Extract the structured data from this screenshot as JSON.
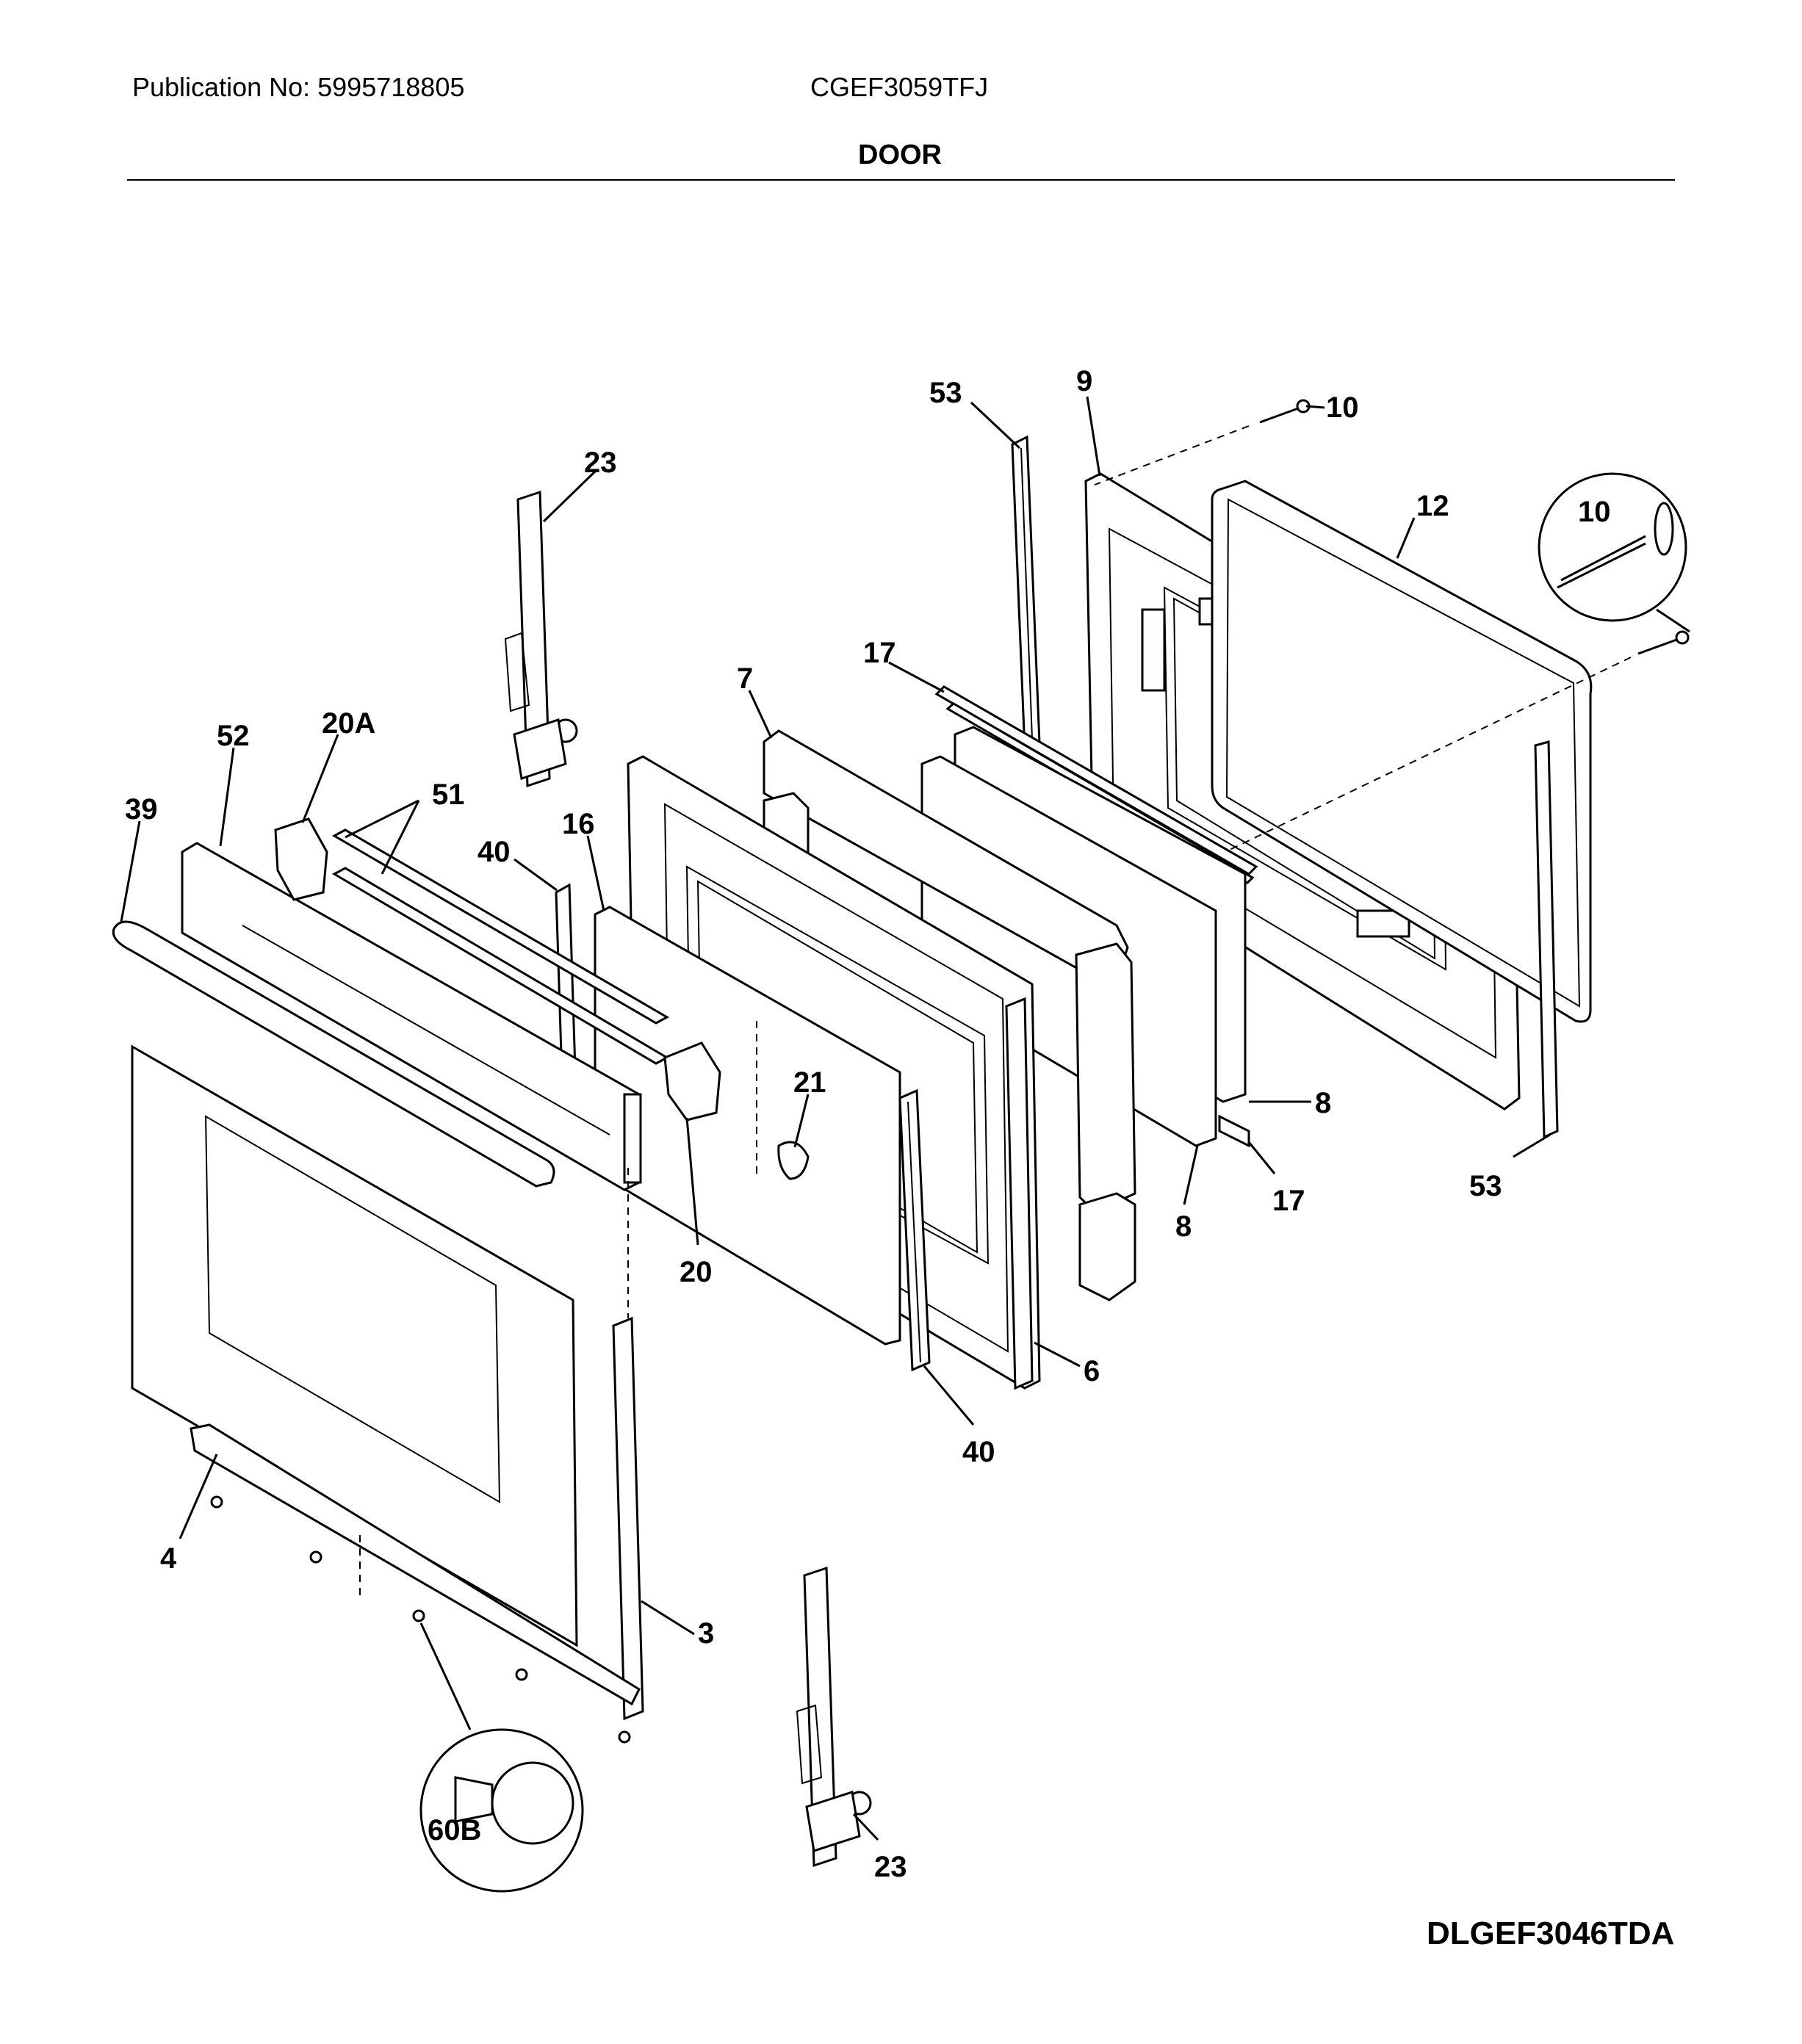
{
  "header": {
    "publication": "Publication No: 5995718805",
    "model": "CGEF3059TFJ",
    "section": "DOOR"
  },
  "diagram_code": "DLGEF3046TDA",
  "callouts": {
    "c53a": "53",
    "c9": "9",
    "c10a": "10",
    "c12": "12",
    "c10b": "10",
    "c23a": "23",
    "c17a": "17",
    "c7": "7",
    "c20A": "20A",
    "c52": "52",
    "c51": "51",
    "c39": "39",
    "c16": "16",
    "c40a": "40",
    "c21": "21",
    "c8a": "8",
    "c8b": "8",
    "c17b": "17",
    "c53b": "53",
    "c20": "20",
    "c6": "6",
    "c40b": "40",
    "c4": "4",
    "c3": "3",
    "c60B": "60B",
    "c23b": "23"
  }
}
